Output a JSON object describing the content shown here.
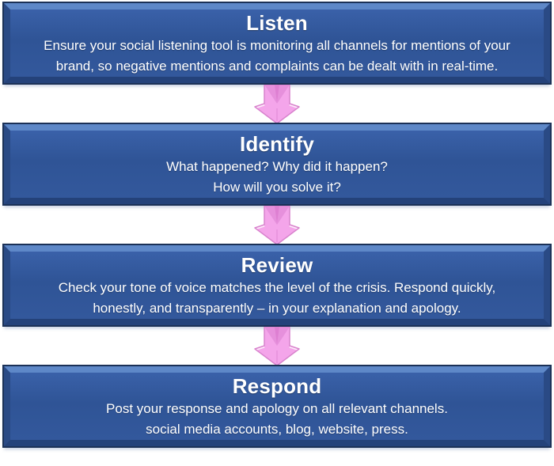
{
  "colors": {
    "box_fill": "#2F5496",
    "box_fill_light": "#3A61A9",
    "box_border_dark": "#1B3157",
    "bevel_top": "#5E88C8",
    "bevel_side": "#2A4A85",
    "bevel_bottom": "#24427A",
    "text": "#FFFFFF",
    "arrow_fill": "#F4A5EA",
    "arrow_fold": "#E690DC",
    "arrow_ridge": "#DE7FD2",
    "arrow_outline": "#D883CD",
    "arrow_highlight": "#FDEBFA",
    "page_bg": "#FFFFFF"
  },
  "steps": [
    {
      "title": "Listen",
      "lines": [
        "Ensure your social listening tool is monitoring all channels for mentions of your",
        "brand, so negative mentions and complaints can be dealt with in real-time."
      ]
    },
    {
      "title": "Identify",
      "lines": [
        "What happened? Why did it happen?",
        "How will you solve it?"
      ]
    },
    {
      "title": "Review",
      "lines": [
        "Check your tone of voice matches the level of the crisis. Respond quickly,",
        "honestly, and transparently – in your explanation and apology."
      ]
    },
    {
      "title": "Respond",
      "lines": [
        "Post your response and apology on all relevant channels.",
        "social media accounts, blog, website, press."
      ]
    }
  ],
  "connectors": [
    {
      "icon": "down-arrow"
    },
    {
      "icon": "down-arrow"
    },
    {
      "icon": "down-arrow"
    }
  ]
}
